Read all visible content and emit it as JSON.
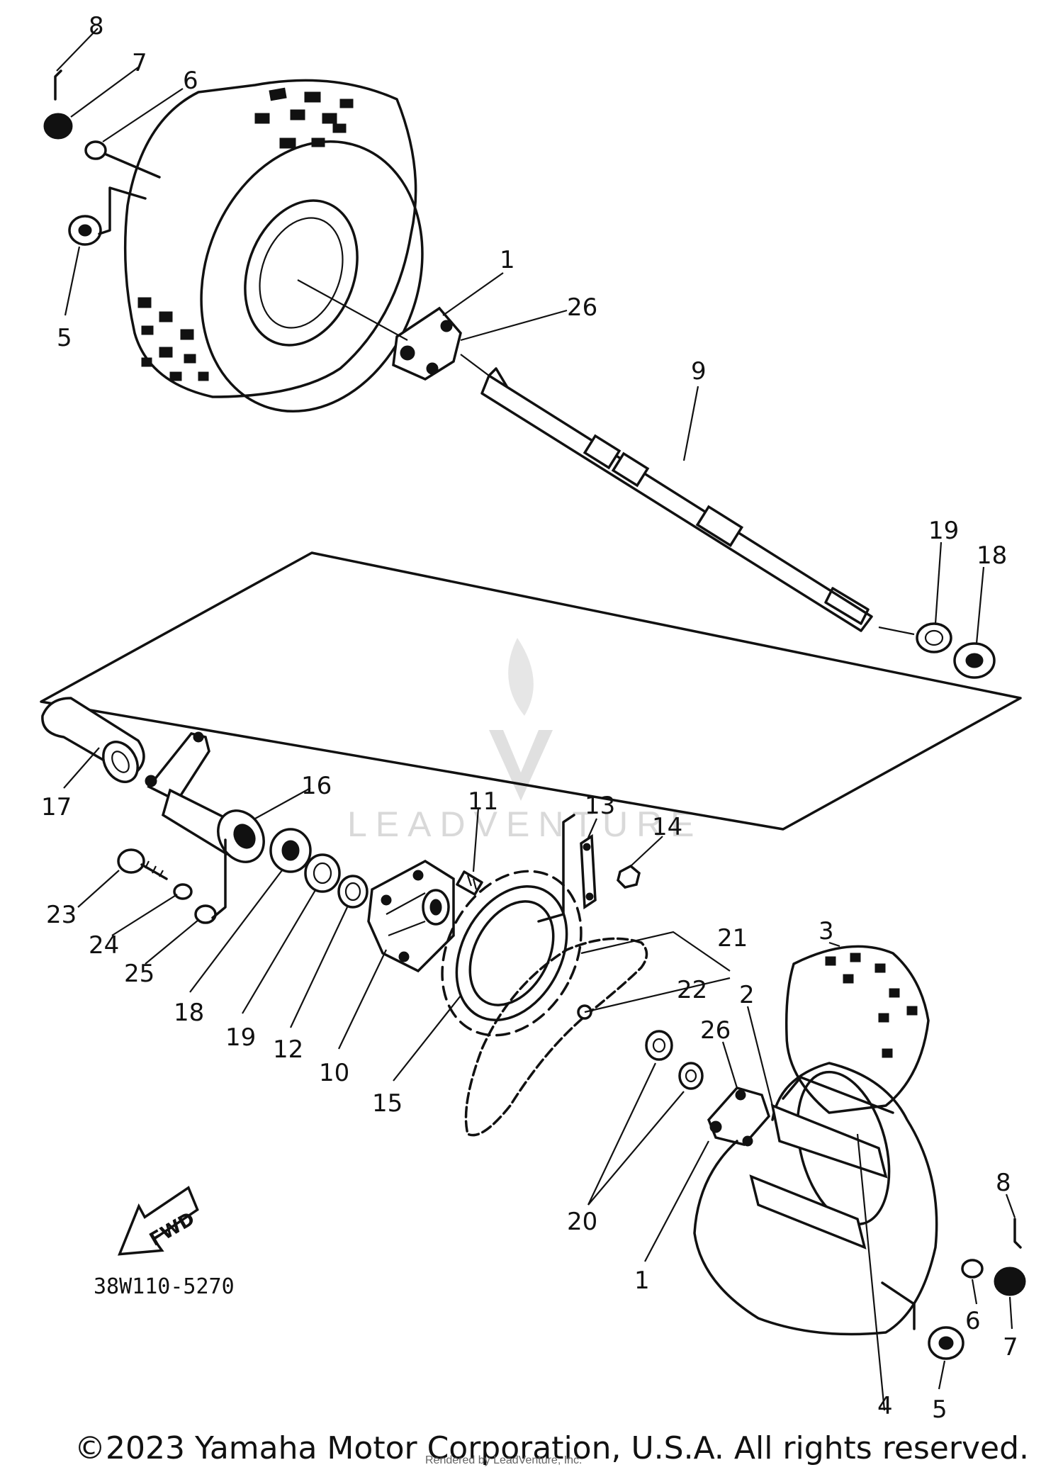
{
  "diagram_code": "38W110-5270",
  "fwd_label": "FWD",
  "watermark": "LEADVENTURE",
  "copyright": "©2023 Yamaha Motor Corporation, U.S.A. All rights reserved.",
  "footer_caption": "Rendered by LeadVenture, Inc.",
  "callouts": {
    "top_8": "8",
    "top_7": "7",
    "top_6": "6",
    "top_5": "5",
    "top_1": "1",
    "top_26": "26",
    "axle_9": "9",
    "right_19": "19",
    "right_18": "18",
    "p17": "17",
    "p16": "16",
    "p11": "11",
    "p13": "13",
    "p14": "14",
    "p23": "23",
    "p24": "24",
    "p25": "25",
    "p18": "18",
    "p19": "19",
    "p12": "12",
    "p10": "10",
    "p15": "15",
    "p21": "21",
    "p22": "22",
    "p3": "3",
    "p2": "2",
    "p26": "26",
    "p20": "20",
    "p1": "1",
    "p8": "8",
    "p6": "6",
    "p7": "7",
    "p4": "4",
    "p5": "5"
  }
}
